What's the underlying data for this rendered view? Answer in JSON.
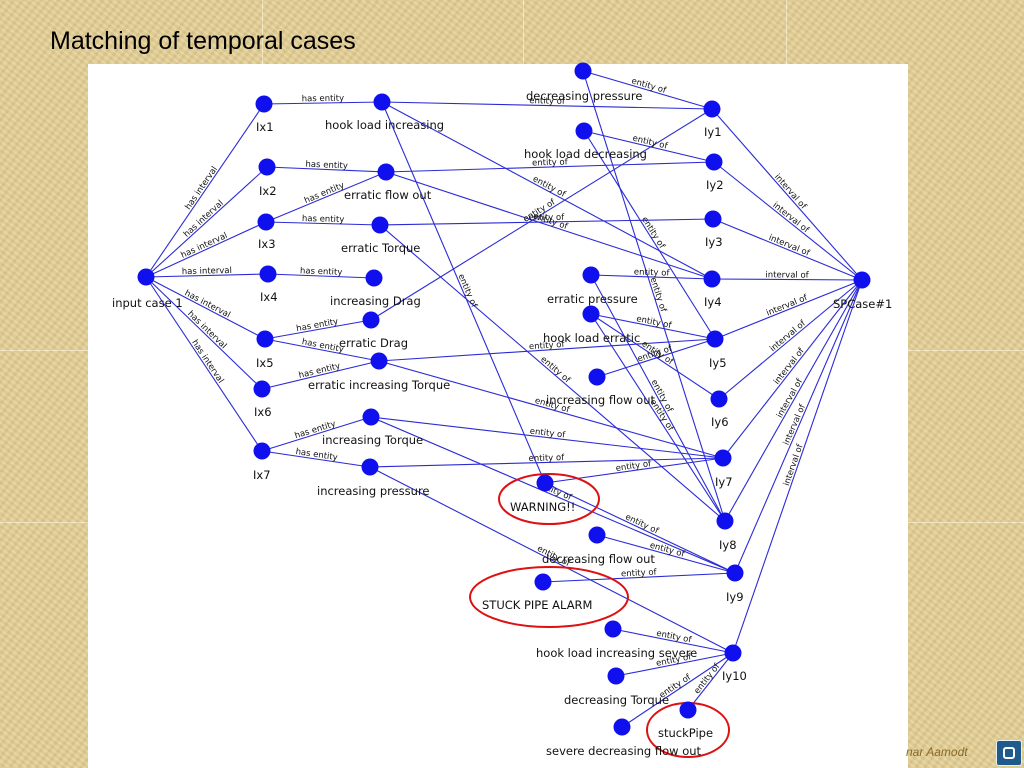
{
  "slide_title": "Matching of temporal cases",
  "author_credit": "nar Aamodt",
  "logo_icon": "rounded-square-icon",
  "colors": {
    "node": "#1010ee",
    "edge": "#2b2bd6",
    "highlight": "#dd1111",
    "panel": "#ffffff"
  },
  "nodes": [
    {
      "id": "input_case_1",
      "label": "input case 1"
    },
    {
      "id": "Ix1",
      "label": "Ix1"
    },
    {
      "id": "Ix2",
      "label": "Ix2"
    },
    {
      "id": "Ix3",
      "label": "Ix3"
    },
    {
      "id": "Ix4",
      "label": "Ix4"
    },
    {
      "id": "Ix5",
      "label": "Ix5"
    },
    {
      "id": "Ix6",
      "label": "Ix6"
    },
    {
      "id": "Ix7",
      "label": "Ix7"
    },
    {
      "id": "hook_load_increasing",
      "label": "hook load increasing"
    },
    {
      "id": "erratic_flow_out",
      "label": "erratic flow out"
    },
    {
      "id": "erratic_torque",
      "label": "erratic Torque"
    },
    {
      "id": "increasing_drag",
      "label": "increasing Drag"
    },
    {
      "id": "erratic_drag",
      "label": "erratic Drag"
    },
    {
      "id": "erratic_increasing_torque",
      "label": "erratic increasing  Torque"
    },
    {
      "id": "increasing_torque",
      "label": "increasing Torque"
    },
    {
      "id": "increasing_pressure",
      "label": "increasing pressure"
    },
    {
      "id": "decreasing_pressure",
      "label": "decreasing pressure"
    },
    {
      "id": "hook_load_decreasing",
      "label": "hook load decreasing"
    },
    {
      "id": "erratic_pressure",
      "label": "erratic pressure"
    },
    {
      "id": "hook_load_erratic",
      "label": "hook load erratic"
    },
    {
      "id": "increasing_flow_out",
      "label": "increasing flow out"
    },
    {
      "id": "warning",
      "label": "WARNING!!"
    },
    {
      "id": "decreasing_flow_out",
      "label": "decreasing flow out"
    },
    {
      "id": "stuck_pipe_alarm",
      "label": "STUCK PIPE ALARM"
    },
    {
      "id": "hook_load_increasing_severe",
      "label": "hook load increasing severe"
    },
    {
      "id": "decreasing_torque",
      "label": "decreasing Torque"
    },
    {
      "id": "severe_decreasing_flow_out",
      "label": "severe decreasing flow out"
    },
    {
      "id": "stuckpipe",
      "label": "stuckPipe"
    },
    {
      "id": "Iy1",
      "label": "Iy1"
    },
    {
      "id": "Iy2",
      "label": "Iy2"
    },
    {
      "id": "Iy3",
      "label": "Iy3"
    },
    {
      "id": "Iy4",
      "label": "Iy4"
    },
    {
      "id": "Iy5",
      "label": "Iy5"
    },
    {
      "id": "Iy6",
      "label": "Iy6"
    },
    {
      "id": "Iy7",
      "label": "Iy7"
    },
    {
      "id": "Iy8",
      "label": "Iy8"
    },
    {
      "id": "Iy9",
      "label": "Iy9"
    },
    {
      "id": "Iy10",
      "label": "Iy10"
    },
    {
      "id": "spcase1",
      "label": "SPCase#1"
    }
  ],
  "edges": [
    {
      "from": "input_case_1",
      "to": "Ix1",
      "label": "has interval"
    },
    {
      "from": "input_case_1",
      "to": "Ix2",
      "label": "has interval"
    },
    {
      "from": "input_case_1",
      "to": "Ix3",
      "label": "has interval"
    },
    {
      "from": "input_case_1",
      "to": "Ix4",
      "label": "has interval"
    },
    {
      "from": "input_case_1",
      "to": "Ix5",
      "label": "has interval"
    },
    {
      "from": "input_case_1",
      "to": "Ix6",
      "label": "has interval"
    },
    {
      "from": "input_case_1",
      "to": "Ix7",
      "label": "has interval"
    },
    {
      "from": "Ix1",
      "to": "hook_load_increasing",
      "label": "has entity"
    },
    {
      "from": "Ix2",
      "to": "erratic_flow_out",
      "label": "has entity"
    },
    {
      "from": "Ix3",
      "to": "erratic_flow_out",
      "label": "has entity"
    },
    {
      "from": "Ix3",
      "to": "erratic_torque",
      "label": "has entity"
    },
    {
      "from": "Ix4",
      "to": "increasing_drag",
      "label": "has entity"
    },
    {
      "from": "Ix5",
      "to": "erratic_drag",
      "label": "has entity"
    },
    {
      "from": "Ix5",
      "to": "erratic_increasing_torque",
      "label": "has entity"
    },
    {
      "from": "Ix6",
      "to": "erratic_increasing_torque",
      "label": "has entity"
    },
    {
      "from": "Ix7",
      "to": "increasing_torque",
      "label": "has entity"
    },
    {
      "from": "Ix7",
      "to": "increasing_pressure",
      "label": "has entity"
    },
    {
      "from": "decreasing_pressure",
      "to": "Iy1",
      "label": "entity of"
    },
    {
      "from": "hook_load_increasing",
      "to": "Iy1",
      "label": "entity of"
    },
    {
      "from": "hook_load_decreasing",
      "to": "Iy2",
      "label": "entity of"
    },
    {
      "from": "erratic_flow_out",
      "to": "Iy2",
      "label": "entity of"
    },
    {
      "from": "erratic_flow_out",
      "to": "Iy4",
      "label": "entity of"
    },
    {
      "from": "hook_load_increasing",
      "to": "Iy4",
      "label": "entity of"
    },
    {
      "from": "erratic_torque",
      "to": "Iy3",
      "label": "entity of"
    },
    {
      "from": "hook_load_decreasing",
      "to": "Iy5",
      "label": "entity of"
    },
    {
      "from": "erratic_pressure",
      "to": "Iy4",
      "label": "entity of"
    },
    {
      "from": "erratic_increasing_torque",
      "to": "Iy5",
      "label": "entity of"
    },
    {
      "from": "hook_load_erratic",
      "to": "Iy5",
      "label": "entity of"
    },
    {
      "from": "hook_load_erratic",
      "to": "Iy6",
      "label": "entity of"
    },
    {
      "from": "increasing_flow_out",
      "to": "Iy5",
      "label": "entity of"
    },
    {
      "from": "erratic_increasing_torque",
      "to": "Iy7",
      "label": "entity of"
    },
    {
      "from": "increasing_torque",
      "to": "Iy7",
      "label": "entity of"
    },
    {
      "from": "increasing_pressure",
      "to": "Iy7",
      "label": "entity of"
    },
    {
      "from": "warning",
      "to": "Iy7",
      "label": "entity of"
    },
    {
      "from": "hook_load_increasing",
      "to": "warning",
      "label": "entity of"
    },
    {
      "from": "erratic_drag",
      "to": "Iy1",
      "label": "entity of"
    },
    {
      "from": "erratic_torque",
      "to": "Iy8",
      "label": "entity of"
    },
    {
      "from": "decreasing_pressure",
      "to": "Iy8",
      "label": "entity of"
    },
    {
      "from": "erratic_pressure",
      "to": "Iy8",
      "label": "entity of"
    },
    {
      "from": "hook_load_erratic",
      "to": "Iy8",
      "label": "entity of"
    },
    {
      "from": "warning",
      "to": "Iy9",
      "label": "entity of"
    },
    {
      "from": "decreasing_flow_out",
      "to": "Iy9",
      "label": "entity of"
    },
    {
      "from": "stuck_pipe_alarm",
      "to": "Iy9",
      "label": "entity of"
    },
    {
      "from": "increasing_pressure",
      "to": "Iy10",
      "label": "entity of"
    },
    {
      "from": "increasing_torque",
      "to": "Iy9",
      "label": "entity of"
    },
    {
      "from": "hook_load_increasing_severe",
      "to": "Iy10",
      "label": "entity of"
    },
    {
      "from": "decreasing_torque",
      "to": "Iy10",
      "label": "entity of"
    },
    {
      "from": "severe_decreasing_flow_out",
      "to": "Iy10",
      "label": "entity of"
    },
    {
      "from": "stuckpipe",
      "to": "Iy10",
      "label": "entity of"
    },
    {
      "from": "Iy1",
      "to": "spcase1",
      "label": "interval of"
    },
    {
      "from": "Iy2",
      "to": "spcase1",
      "label": "interval of"
    },
    {
      "from": "Iy3",
      "to": "spcase1",
      "label": "interval of"
    },
    {
      "from": "Iy4",
      "to": "spcase1",
      "label": "interval of"
    },
    {
      "from": "Iy5",
      "to": "spcase1",
      "label": "interval of"
    },
    {
      "from": "Iy6",
      "to": "spcase1",
      "label": "interval of"
    },
    {
      "from": "Iy7",
      "to": "spcase1",
      "label": "interval of"
    },
    {
      "from": "Iy8",
      "to": "spcase1",
      "label": "interval of"
    },
    {
      "from": "Iy9",
      "to": "spcase1",
      "label": "interval of"
    },
    {
      "from": "Iy10",
      "to": "spcase1",
      "label": "interval of"
    }
  ],
  "highlighted_nodes": [
    "warning",
    "stuck_pipe_alarm",
    "stuckpipe"
  ]
}
